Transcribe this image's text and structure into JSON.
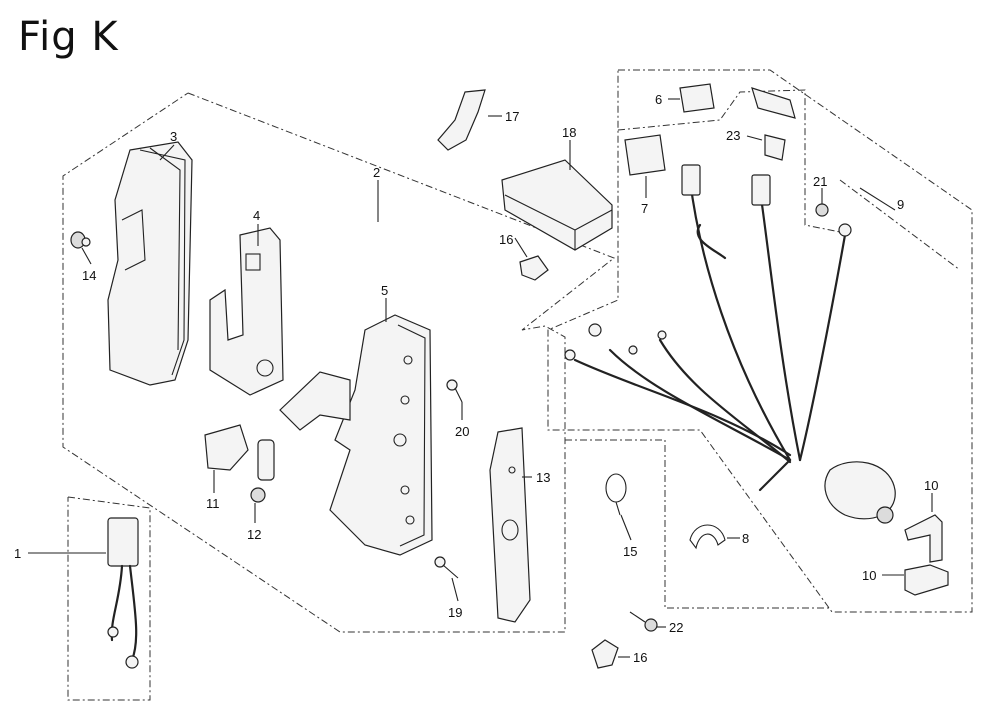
{
  "figure": {
    "title": "Fig K"
  },
  "callouts": [
    "1",
    "2",
    "3",
    "4",
    "5",
    "6",
    "7",
    "8",
    "9",
    "10",
    "10",
    "11",
    "12",
    "13",
    "14",
    "15",
    "16",
    "16",
    "17",
    "18",
    "19",
    "20",
    "21",
    "22",
    "23"
  ]
}
